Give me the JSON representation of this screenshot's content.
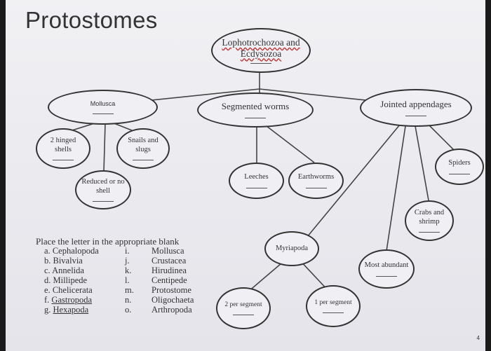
{
  "title": "Protostomes",
  "nodes": {
    "root": {
      "line1": "Lophotrochozoa and",
      "line2": "Ecdysozoa"
    },
    "mollusca": "Mollusca",
    "segmented_worms": "Segmented worms",
    "jointed_appendages": "Jointed appendages",
    "two_hinged_shells": {
      "line1": "2 hinged",
      "line2": "shells"
    },
    "snails_and_slugs": {
      "line1": "Snails and",
      "line2": "slugs"
    },
    "reduced_shell": {
      "line1": "Reduced or no",
      "line2": "shell"
    },
    "leeches": "Leeches",
    "earthworms": "Earthworms",
    "spiders": "Spiders",
    "crabs_and_shrimp": {
      "line1": "Crabs and",
      "line2": "shrimp"
    },
    "myriapoda": "Myriapoda",
    "most_abundant": "Most abundant",
    "two_per_segment": "2 per segment",
    "one_per_segment": "1 per segment"
  },
  "instructions": "Place the letter in the appropriate blank",
  "answer_rows": [
    {
      "letter": "a.",
      "term": "Cephalopoda",
      "num": "i.",
      "group": "Mollusca"
    },
    {
      "letter": "b.",
      "term": "Bivalvia",
      "num": "j.",
      "group": "Crustacea"
    },
    {
      "letter": "c.",
      "term": "Annelida",
      "num": "k.",
      "group": "Hirudinea"
    },
    {
      "letter": "d.",
      "term": "Millipede",
      "num": "l.",
      "group": "Centipede"
    },
    {
      "letter": "e.",
      "term": "Chelicerata",
      "num": "m.",
      "group": "Protostome"
    },
    {
      "letter": "f.",
      "term": "Gastropoda",
      "num": "n.",
      "group": "Oligochaeta"
    },
    {
      "letter": "g.",
      "term": "Hexapoda",
      "num": "o.",
      "group": "Arthropoda"
    }
  ],
  "page_number": "4"
}
